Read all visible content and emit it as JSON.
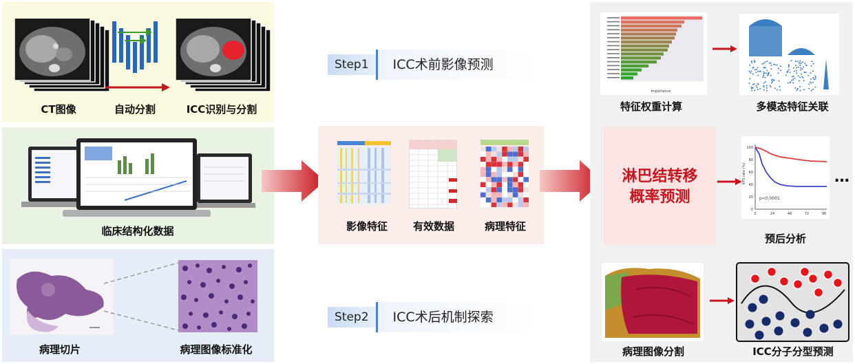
{
  "colors": {
    "accent_red": "#c8141e",
    "panel_yellow": "#fbfadf",
    "panel_green": "#e9f3e4",
    "panel_blue": "#e5eef7",
    "panel_pink": "#fbeeea",
    "panel_gray": "#f1f1f1",
    "step_line": "#4f7fc6"
  },
  "left": {
    "ct_label": "CT图像",
    "auto_seg_label": "自动分割",
    "icc_seg_label": "ICC识别与分割",
    "clinical_label": "临床结构化数据",
    "slice_label": "病理切片",
    "normalize_label": "病理图像标准化"
  },
  "steps": {
    "step1_tag": "Step1",
    "step1_text": "ICC术前影像预测",
    "step2_tag": "Step2",
    "step2_text": "ICC术后机制探索"
  },
  "middle": {
    "imaging_feature_label": "影像特征",
    "valid_data_label": "有效数据",
    "pathology_feature_label": "病理特征"
  },
  "right": {
    "feature_weight_label": "特征权重计算",
    "multimodal_label": "多模态特征关联",
    "lymph_line1": "淋巴结转移",
    "lymph_line2": "概率预测",
    "prognosis_label": "预后分析",
    "pathology_seg_label": "病理图像分割",
    "molecular_label": "ICC分子分型预测",
    "ellipsis": "…",
    "km_ylabel": "RFS rate (%)",
    "km_pvalue": "p<0.0001",
    "km_xticks": [
      "0",
      "24",
      "48",
      "72",
      "96"
    ],
    "km_yticks": [
      "100",
      "80",
      "60",
      "40",
      "20",
      "0"
    ],
    "importance_xlabel": "Importance"
  }
}
